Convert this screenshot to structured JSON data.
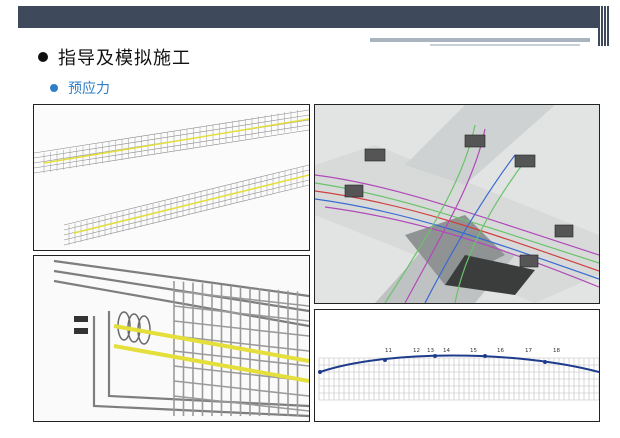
{
  "slide": {
    "title": "指导及模拟施工",
    "subtitle": "预应力"
  },
  "panel_bottom_right": {
    "labels": [
      "11",
      "12",
      "13",
      "14",
      "15",
      "16",
      "17",
      "18"
    ]
  },
  "colors": {
    "header": "#3e4a5b",
    "subtitle": "#2e7fc8",
    "tendon": "#e4df3a"
  }
}
